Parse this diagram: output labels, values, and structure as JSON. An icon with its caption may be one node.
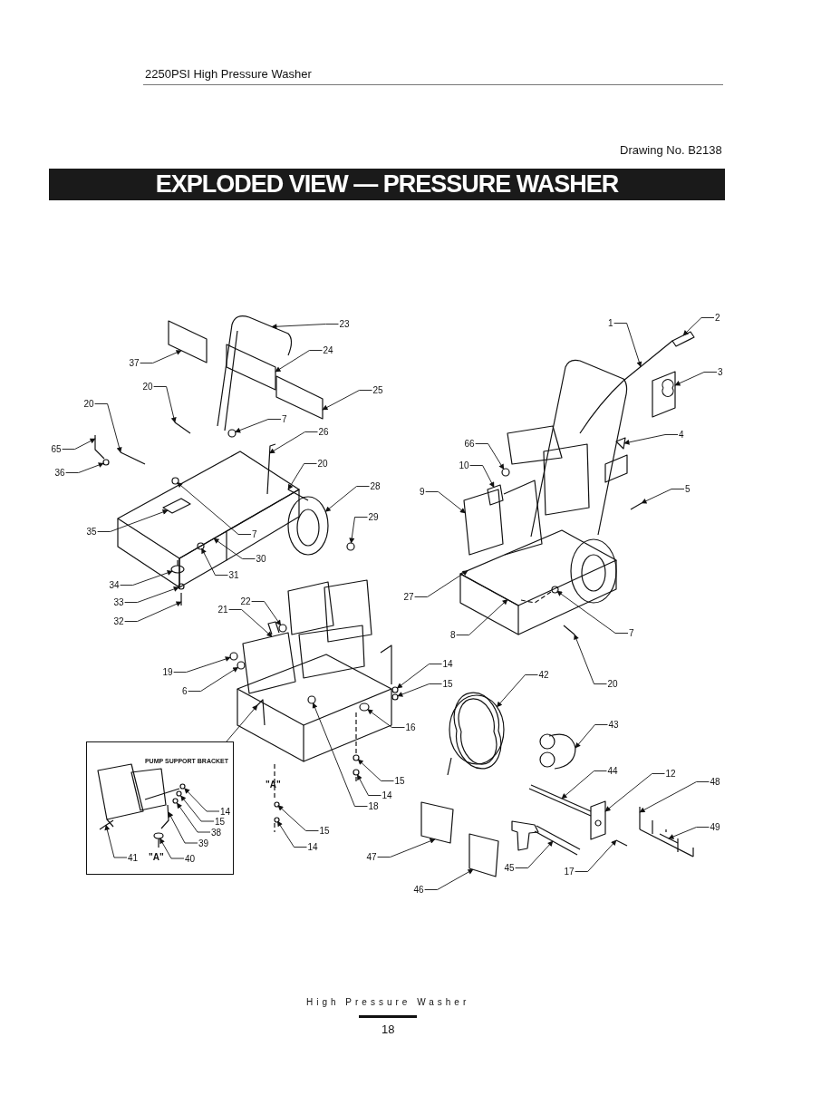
{
  "diagram": {
    "title": "EXPLODED VIEW — PRESSURE WASHER",
    "nodes": [
      {
        "text": [
          "1"
        ]
      },
      {
        "text": [
          "2"
        ]
      },
      {
        "text": [
          "23"
        ]
      },
      {
        "text": [
          "24"
        ]
      },
      {
        "text": [
          "37"
        ]
      },
      {
        "text": [
          "3"
        ]
      },
      {
        "text": [
          "20"
        ]
      },
      {
        "text": [
          "25"
        ]
      },
      {
        "text": [
          "20"
        ]
      },
      {
        "text": [
          "7"
        ]
      },
      {
        "text": [
          "26"
        ]
      },
      {
        "text": [
          "4"
        ]
      },
      {
        "text": [
          "66"
        ]
      },
      {
        "text": [
          "65"
        ]
      },
      {
        "text": [
          "20"
        ]
      },
      {
        "text": [
          "10"
        ]
      },
      {
        "text": [
          "36"
        ]
      },
      {
        "text": [
          "28"
        ]
      },
      {
        "text": [
          "5"
        ]
      },
      {
        "text": [
          "9"
        ]
      },
      {
        "text": [
          "29"
        ]
      },
      {
        "text": [
          "35"
        ]
      },
      {
        "text": [
          "7"
        ]
      },
      {
        "text": [
          "30"
        ]
      },
      {
        "text": [
          "31"
        ]
      },
      {
        "text": [
          "34"
        ]
      },
      {
        "text": [
          "27"
        ]
      },
      {
        "text": [
          "22"
        ]
      },
      {
        "text": [
          "33"
        ]
      },
      {
        "text": [
          "21"
        ]
      },
      {
        "text": [
          "32"
        ]
      },
      {
        "text": [
          "8"
        ]
      },
      {
        "text": [
          "7"
        ]
      },
      {
        "text": [
          "14"
        ]
      },
      {
        "text": [
          "19"
        ]
      },
      {
        "text": [
          "42"
        ]
      },
      {
        "text": [
          "15"
        ]
      },
      {
        "text": [
          "20"
        ]
      },
      {
        "text": [
          "6"
        ]
      },
      {
        "text": [
          "43"
        ]
      },
      {
        "text": [
          "16"
        ]
      },
      {
        "text": [
          "PUMP SUPPORT BRACKET"
        ]
      },
      {
        "text": [
          "14"
        ],
        "in": 41
      },
      {
        "text": [
          "15"
        ],
        "in": 41
      },
      {
        "text": [
          "38"
        ],
        "in": 41
      },
      {
        "text": [
          "39"
        ],
        "in": 41
      },
      {
        "text": [
          "41"
        ],
        "in": 41
      },
      {
        "text": [
          "40"
        ],
        "in": 41
      },
      {
        "text": [
          "44"
        ]
      },
      {
        "text": [
          "12"
        ]
      },
      {
        "text": [
          "15"
        ]
      },
      {
        "text": [
          "48"
        ]
      },
      {
        "text": [
          "14"
        ]
      },
      {
        "text": [
          "18"
        ]
      },
      {
        "text": [
          "49"
        ]
      },
      {
        "text": [
          "15"
        ]
      },
      {
        "text": [
          "14"
        ]
      },
      {
        "text": [
          "47"
        ]
      },
      {
        "text": [
          "45"
        ]
      },
      {
        "text": [
          "17"
        ]
      },
      {
        "text": [
          "46"
        ]
      },
      {
        "text": [],
        "shape": "picture"
      },
      {
        "text": [],
        "shape": "box"
      },
      {
        "text": [],
        "shape": "box"
      },
      {
        "text": [],
        "shape": "picture"
      },
      {
        "text": [],
        "shape": "picture"
      },
      {
        "text": [],
        "shape": "circle"
      },
      {
        "text": [],
        "shape": "picture"
      },
      {
        "text": [],
        "shape": "circle"
      },
      {
        "text": [],
        "shape": "circle"
      },
      {
        "text": [],
        "shape": "box"
      },
      {
        "text": [],
        "shape": "circle"
      },
      {
        "text": [],
        "shape": "circle"
      },
      {
        "text": [],
        "shape": "picture"
      },
      {
        "text": [],
        "shape": "picture",
        "in": 41
      },
      {
        "text": [],
        "shape": "box"
      },
      {
        "text": [],
        "shape": "picture"
      },
      {
        "text": [],
        "shape": "picture"
      },
      {
        "text": [],
        "shape": "box"
      },
      {
        "text": [],
        "shape": "box"
      },
      {
        "text": [],
        "shape": "picture"
      },
      {
        "text": [],
        "shape": "picture"
      },
      {
        "text": [],
        "shape": "circle"
      },
      {
        "text": [],
        "shape": "picture"
      },
      {
        "text": [],
        "shape": "picture"
      },
      {
        "text": [],
        "shape": "box"
      },
      {
        "text": [],
        "shape": "circle"
      },
      {
        "text": [],
        "shape": "circle"
      },
      {
        "text": [],
        "shape": "picture"
      },
      {
        "text": [],
        "shape": "box"
      },
      {
        "text": [],
        "shape": "circle"
      },
      {
        "text": [],
        "shape": "box"
      },
      {
        "text": [],
        "shape": "circle"
      },
      {
        "text": [],
        "shape": "box"
      },
      {
        "text": [],
        "shape": "circle"
      },
      {
        "text": [],
        "shape": "circle"
      },
      {
        "text": [],
        "shape": "box"
      },
      {
        "text": [],
        "shape": "circle"
      },
      {
        "text": [],
        "shape": "circle"
      },
      {
        "text": [],
        "shape": "box"
      },
      {
        "text": [],
        "shape": "box"
      },
      {
        "text": [],
        "shape": "circle"
      },
      {
        "text": [],
        "shape": "circle"
      },
      {
        "text": [],
        "shape": "circle"
      },
      {
        "text": [],
        "shape": "picture"
      },
      {
        "text": [],
        "shape": "circle"
      },
      {
        "text": [],
        "shape": "picture"
      },
      {
        "text": [],
        "shape": "circle"
      },
      {
        "text": [],
        "shape": "picture"
      },
      {
        "text": [],
        "shape": "circle",
        "in": 41
      },
      {
        "text": [],
        "shape": "circle",
        "in": 41
      },
      {
        "text": [],
        "shape": "circle",
        "in": 41
      },
      {
        "text": [],
        "shape": "picture",
        "in": 41
      },
      {
        "text": [],
        "shape": "picture",
        "in": 41
      },
      {
        "text": [],
        "shape": "picture"
      },
      {
        "text": [],
        "shape": "circle"
      },
      {
        "text": [],
        "shape": "picture"
      },
      {
        "text": [],
        "shape": "circle"
      },
      {
        "text": [],
        "shape": "circle"
      },
      {
        "text": [],
        "shape": "picture"
      },
      {
        "text": [],
        "shape": "box"
      },
      {
        "text": [],
        "shape": "picture"
      }
    ],
    "edges": [
      {
        "from": 0,
        "to": 76,
        "arrow": "to"
      },
      {
        "from": 1,
        "to": 77,
        "arrow": "to"
      },
      {
        "from": 2,
        "to": 61,
        "arrow": "to"
      },
      {
        "from": 3,
        "to": 78,
        "arrow": "to"
      },
      {
        "from": 4,
        "to": 79,
        "arrow": "to"
      },
      {
        "from": 5,
        "to": 62,
        "arrow": "to"
      },
      {
        "from": 6,
        "to": 80,
        "arrow": "to"
      },
      {
        "from": 7,
        "to": 63,
        "arrow": "to"
      },
      {
        "from": 8,
        "to": 81,
        "arrow": "to"
      },
      {
        "from": 9,
        "to": 82,
        "arrow": "to"
      },
      {
        "from": 10,
        "to": 65,
        "arrow": "to"
      },
      {
        "from": 11,
        "to": 83,
        "arrow": "to"
      },
      {
        "from": 12,
        "to": 66,
        "arrow": "to"
      },
      {
        "from": 13,
        "to": 64,
        "arrow": "to"
      },
      {
        "from": 14,
        "to": 84,
        "arrow": "to"
      },
      {
        "from": 15,
        "to": 85,
        "arrow": "to"
      },
      {
        "from": 16,
        "to": 86,
        "arrow": "to"
      },
      {
        "from": 17,
        "to": 87,
        "arrow": "to"
      },
      {
        "from": 18,
        "to": 88,
        "arrow": "to"
      },
      {
        "from": 19,
        "to": 89,
        "arrow": "to"
      },
      {
        "from": 20,
        "to": 90,
        "arrow": "to"
      },
      {
        "from": 21,
        "to": 91,
        "arrow": "to"
      },
      {
        "from": 22,
        "to": 92,
        "arrow": "to"
      },
      {
        "from": 23,
        "to": 93,
        "arrow": "to"
      },
      {
        "from": 24,
        "to": 94,
        "arrow": "to"
      },
      {
        "from": 25,
        "to": 95,
        "arrow": "to"
      },
      {
        "from": 26,
        "to": 96,
        "arrow": "to"
      },
      {
        "from": 27,
        "to": 97,
        "arrow": "to"
      },
      {
        "from": 28,
        "to": 98,
        "arrow": "to"
      },
      {
        "from": 29,
        "to": 99,
        "arrow": "to"
      },
      {
        "from": 30,
        "to": 67,
        "arrow": "to"
      },
      {
        "from": 31,
        "to": 100,
        "arrow": "to"
      },
      {
        "from": 32,
        "to": 101,
        "arrow": "to"
      },
      {
        "from": 33,
        "to": 68,
        "arrow": "to"
      },
      {
        "from": 34,
        "to": 102,
        "arrow": "to"
      },
      {
        "from": 35,
        "to": 103,
        "arrow": "to"
      },
      {
        "from": 36,
        "to": 69,
        "arrow": "to"
      },
      {
        "from": 37,
        "to": 104,
        "arrow": "to"
      },
      {
        "from": 38,
        "to": 105,
        "arrow": "to"
      },
      {
        "from": 39,
        "to": 106,
        "arrow": "to"
      },
      {
        "from": 40,
        "to": 107,
        "arrow": "to"
      },
      {
        "from": 41,
        "to": 108,
        "arrow": "to"
      },
      {
        "from": 42,
        "to": 109,
        "arrow": "to"
      },
      {
        "from": 43,
        "to": 110,
        "arrow": "to"
      },
      {
        "from": 44,
        "to": 111,
        "arrow": "to"
      },
      {
        "from": 45,
        "to": 112,
        "arrow": "to"
      },
      {
        "from": 46,
        "to": 113,
        "arrow": "to"
      },
      {
        "from": 47,
        "to": 74,
        "arrow": "to"
      },
      {
        "from": 48,
        "to": 114,
        "arrow": "to"
      },
      {
        "from": 49,
        "to": 70,
        "arrow": "to"
      },
      {
        "from": 50,
        "to": 115,
        "arrow": "to"
      },
      {
        "from": 51,
        "to": 116,
        "arrow": "to"
      },
      {
        "from": 52,
        "to": 117,
        "arrow": "to"
      },
      {
        "from": 53,
        "to": 118,
        "arrow": "to"
      },
      {
        "from": 54,
        "to": 119,
        "arrow": "to"
      },
      {
        "from": 55,
        "to": 71,
        "arrow": "to"
      },
      {
        "from": 56,
        "to": 72,
        "arrow": "to"
      },
      {
        "from": 57,
        "to": 120,
        "arrow": "to"
      },
      {
        "from": 58,
        "to": 73,
        "arrow": "to"
      },
      {
        "from": 59,
        "to": 121,
        "arrow": "to"
      },
      {
        "from": 60,
        "to": 75,
        "arrow": "to"
      }
    ],
    "labels": [
      "2250PSI High Pressure Washer",
      "Drawing No. B2138",
      "\"A\"",
      "\"A\"",
      "High Pressure Washer",
      "18"
    ]
  }
}
